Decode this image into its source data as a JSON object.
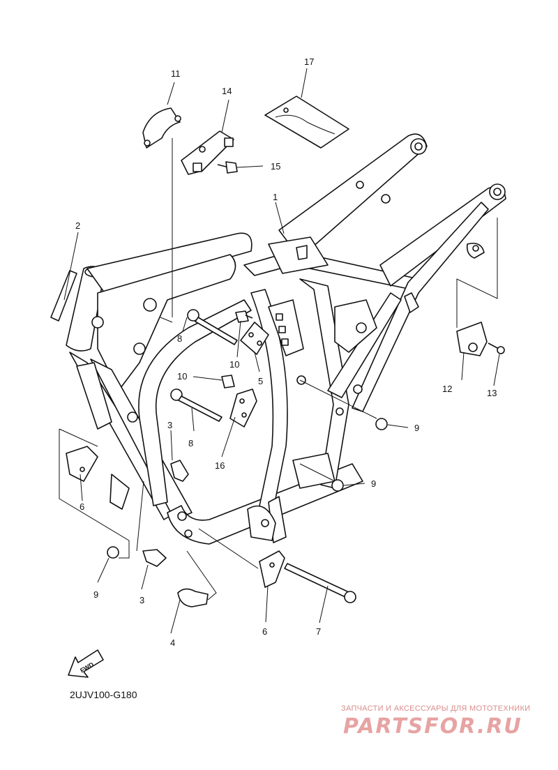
{
  "diagram": {
    "code": "2UJV100-G180",
    "fwd_label": "FWD",
    "callouts": [
      {
        "id": "c1",
        "text": "1"
      },
      {
        "id": "c2",
        "text": "2"
      },
      {
        "id": "c3a",
        "text": "3"
      },
      {
        "id": "c3b",
        "text": "3"
      },
      {
        "id": "c4",
        "text": "4"
      },
      {
        "id": "c5",
        "text": "5"
      },
      {
        "id": "c6a",
        "text": "6"
      },
      {
        "id": "c6b",
        "text": "6"
      },
      {
        "id": "c7",
        "text": "7"
      },
      {
        "id": "c8a",
        "text": "8"
      },
      {
        "id": "c8b",
        "text": "8"
      },
      {
        "id": "c9a",
        "text": "9"
      },
      {
        "id": "c9b",
        "text": "9"
      },
      {
        "id": "c9c",
        "text": "9"
      },
      {
        "id": "c10a",
        "text": "10"
      },
      {
        "id": "c10b",
        "text": "10"
      },
      {
        "id": "c11",
        "text": "11"
      },
      {
        "id": "c12",
        "text": "12"
      },
      {
        "id": "c13",
        "text": "13"
      },
      {
        "id": "c14",
        "text": "14"
      },
      {
        "id": "c15",
        "text": "15"
      },
      {
        "id": "c16",
        "text": "16"
      },
      {
        "id": "c17",
        "text": "17"
      }
    ]
  },
  "watermark": {
    "subtitle": "ЗАПЧАСТИ И АКСЕССУАРЫ ДЛЯ МОТОТЕХНИКИ",
    "logo": "PARTSFOR.RU"
  }
}
